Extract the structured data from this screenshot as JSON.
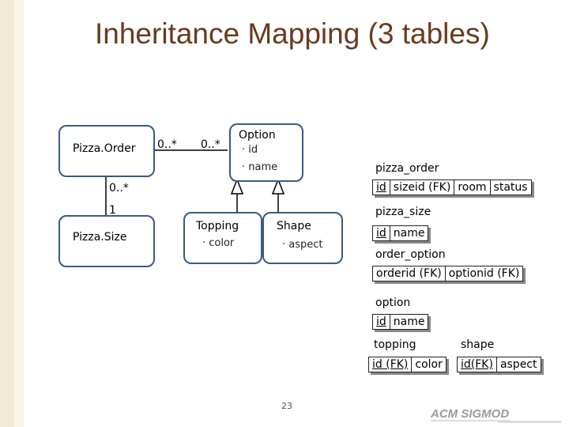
{
  "title": "Inheritance Mapping (3 tables)",
  "uml": {
    "pizza_order": {
      "name": "Pizza.Order"
    },
    "pizza_size": {
      "name": "Pizza.Size"
    },
    "option": {
      "name": "Option",
      "attrs": [
        "· id",
        "· name"
      ]
    },
    "topping": {
      "name": "Topping",
      "attrs": [
        "· color"
      ]
    },
    "shape": {
      "name": "Shape",
      "attrs": [
        "· aspect"
      ]
    },
    "multiplicities": {
      "order_option_left": "0..*",
      "order_option_right": "0..*",
      "order_size_top": "0..*",
      "order_size_bottom": "1"
    }
  },
  "tables": {
    "pizza_order": {
      "name": "pizza_order",
      "cols": [
        "id",
        "sizeid (FK)",
        "room",
        "status"
      ]
    },
    "pizza_size": {
      "name": "pizza_size",
      "cols": [
        "id",
        "name"
      ]
    },
    "order_option": {
      "name": "order_option",
      "cols": [
        "orderid (FK)",
        "optionid (FK)"
      ]
    },
    "option": {
      "name": "option",
      "cols": [
        "id",
        "name"
      ]
    },
    "topping": {
      "name": "topping",
      "cols": [
        "id (FK)",
        "color"
      ]
    },
    "shape": {
      "name": "shape",
      "cols": [
        "id(FK)",
        "aspect"
      ]
    }
  },
  "page_number": "23",
  "logo_text": "ACM SIGMOD"
}
